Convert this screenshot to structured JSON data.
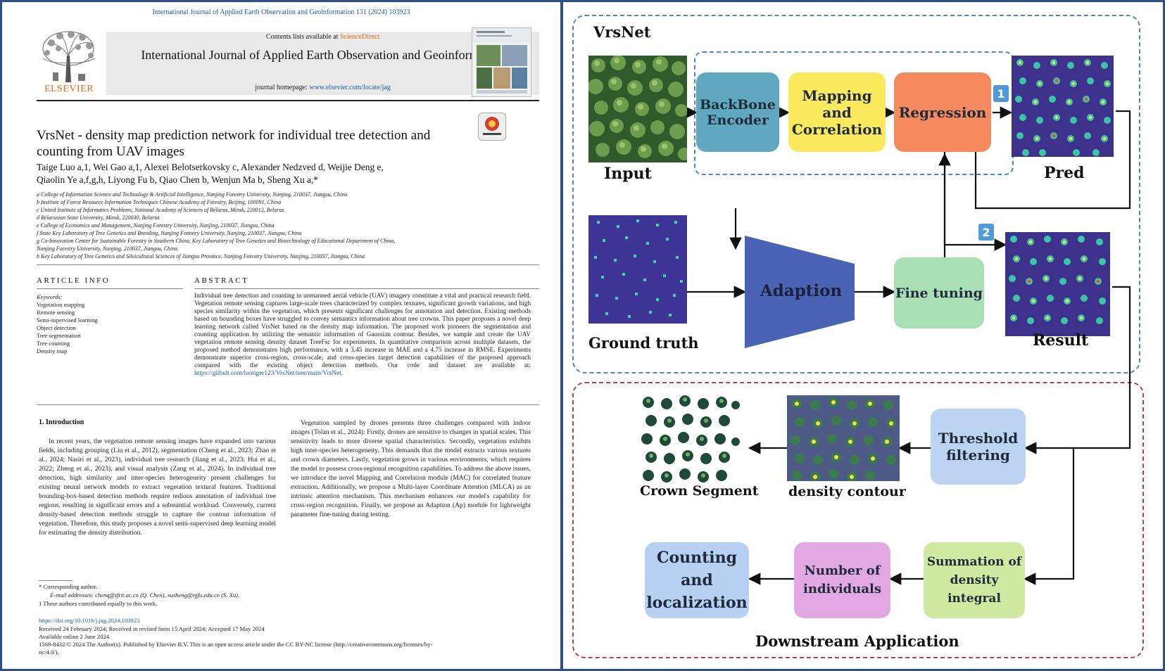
{
  "paper": {
    "journal_ref": "International Journal of Applied Earth Observation and Geoinformation 131 (2024) 103923",
    "contents_prefix": "Contents lists available at ",
    "sciencedirect": "ScienceDirect",
    "journal_title": "International Journal of Applied Earth Observation and Geoinformation",
    "homepage_prefix": "journal homepage: ",
    "homepage_url": "www.elsevier.com/locate/jag",
    "publisher": "ELSEVIER",
    "badge": "Check for updates",
    "title": "VrsNet - density map prediction network for individual tree detection and counting from UAV images",
    "authors_line1": "Taige Luo a,1, Wei Gao a,1, Alexei Belotserkovsky c, Alexander Nedzved d, Weijie Deng e,",
    "authors_line2": "Qiaolin Ye a,f,g,h, Liyong Fu b, Qiao Chen b, Wenjun Ma b, Sheng Xu a,*",
    "affiliations": [
      "a College of Information Science and Technology & Artificial Intelligence, Nanjing Forestry University, Nanjing, 210037, Jiangsu, China",
      "b Institute of Forest Resource Information Techniques Chinese Academy of Forestry, Beijing, 100091, China",
      "c United Institute of Informatics Problems, National Academy of Sciences of Belarus, Minsk, 220012, Belarus",
      "d Belarusian State University, Minsk, 220030, Belarus",
      "e College of Economics and Management, Nanjing Forestry University, Nanjing, 210037, Jiangsu, China",
      "f State Key Laboratory of Tree Genetics and Breeding, Nanjing Forestry University, Nanjing, 210037, Jiangsu, China",
      "g Co-Innovation Center for Sustainable Forestry in Southern China, Key Laboratory of Tree Genetics and Biotechnology of Educational Department of China,",
      "Nanjing Forestry University, Nanjing, 210037, Jiangsu, China",
      "h Key Laboratory of Tree Genetics and Silvicultural Sciences of Jiangsu Province, Nanjing Forestry University, Nanjing, 210037, Jiangsu, China"
    ],
    "article_info_heading": "ARTICLE INFO",
    "abstract_heading": "ABSTRACT",
    "keywords_label": "Keywords:",
    "keywords": [
      "Vegetation mapping",
      "Remote sensing",
      "Semi-supervised learning",
      "Object detection",
      "Tree segmentation",
      "Tree counting",
      "Density map"
    ],
    "abstract": "Individual tree detection and counting in unmanned aerial vehicle (UAV) imagery constitute a vital and practical research field. Vegetation remote sensing captures large-scale trees characterized by complex textures, significant growth variations, and high species similarity within the vegetation, which presents significant challenges for annotation and detection. Existing methods based on bounding boxes have struggled to convey semantics information about tree crowns. This paper proposes a novel deep learning network called VrsNet based on the density map information. The proposed work pioneers the segmentation and counting application by utilizing the semantic information of Gaussian contour. Besides, we sample and create the UAV vegetation remote sensing density dataset TreeFsc for experiments. In quantitative comparison across multiple datasets, the proposed method demonstrates high performance, with a 3.45 increase in MAE and a 4.75 increase in RMSE. Experiments demonstrate superior cross-region, cross-scale, and cross-species target detection capabilities of the proposed approach compared with the existing object detection methods. Our code and dataset are available at: ",
    "abstract_link": "https://github.com/luotiger123/VrsNet/tree/main/VrsNet.",
    "intro_heading": "1.  Introduction",
    "intro_left": "In recent years, the vegetation remote sensing images have expanded into various fields, including grouping (Liu et al., 2012), segmentation (Cheng et al., 2023; Zhao et al., 2024; Nasiri et al., 2023), individual tree research (Jiang et al., 2023; Hui et al., 2022; Zheng et al., 2023), and visual analysis (Zang et al., 2024). In individual tree detection, high similarity and inter-species heterogeneity present challenges for existing neural network models to extract vegetation textural features. Traditional bounding-box-based detection methods require tedious annotation of individual tree regions, resulting in significant errors and a substantial workload. Conversely, current density-based detection methods struggle to capture the contour information of vegetation. Therefore, this study proposes a novel semi-supervised deep learning model for estimating the density distribution.",
    "intro_right": "Vegetation sampled by drones presents three challenges compared with indoor images (Tolan et al., 2024): Firstly, drones are sensitive to changes in spatial scales. This sensitivity leads to more diverse spatial characteristics. Secondly, vegetation exhibits high inter-species heterogeneity. This demands that the model extracts various textures and crown diameters. Lastly, vegetation grows in various environments, which requires the model to possess cross-regional recognition capabilities. To address the above issues, we introduce the novel Mapping and Correlation module (MAC) for correlated feature extraction. Additionally, we propose a Multi-layer Coordinate Attention (MLCA) as an intrinsic attention mechanism. This mechanism enhances our model's capability for cross-region recognition. Finally, we propose an Adaption (Ap) module for lightweight parameter fine-tuning during testing.",
    "footnotes": [
      "*  Corresponding author.",
      "E-mail addresses: chenq@ifrit.ac.cn (Q. Chen), xusheng@njfu.edu.cn (S. Xu).",
      "1  These authors contributed equally to this work."
    ],
    "doi": "https://doi.org/10.1016/j.jag.2024.103923",
    "received": "Received 24 February 2024; Received in revised form 15 April 2024; Accepted 17 May 2024",
    "available": "Available online 2 June 2024",
    "license1": "1569-8432/© 2024 The Author(s). Published by Elsevier B.V. This is an open access article under the CC BY-NC license (http://creativecommons.org/licenses/by-",
    "license2": "nc/4.0/)."
  },
  "figure": {
    "vrsnet_label": "VrsNet",
    "input_label": "Input",
    "pred_label": "Pred",
    "ground_truth_label": "Ground truth",
    "result_label": "Result",
    "backbone": "BackBone Encoder",
    "mapping": "Mapping and Correlation",
    "regression": "Regression",
    "adaption": "Adaption",
    "fine_tuning": "Fine tuning",
    "marker1": "1",
    "marker2": "2",
    "threshold": "Threshold filtering",
    "crown_segment_label": "Crown Segment",
    "density_contour_label": "density contour",
    "counting": "Counting and localization",
    "number": "Number of individuals",
    "summation": "Summation of density integral",
    "downstream_label": "Downstream Application",
    "colors": {
      "backbone": "#5fa8bf",
      "mapping": "#fbea5e",
      "regression": "#f48a5e",
      "adaption": "#4a63b4",
      "fine_tuning": "#a8dfb4",
      "threshold": "#bcd4f2",
      "counting": "#b8d0f2",
      "number": "#e2a8e4",
      "summation": "#cfeaa0",
      "marker": "#4f9ad8"
    }
  }
}
